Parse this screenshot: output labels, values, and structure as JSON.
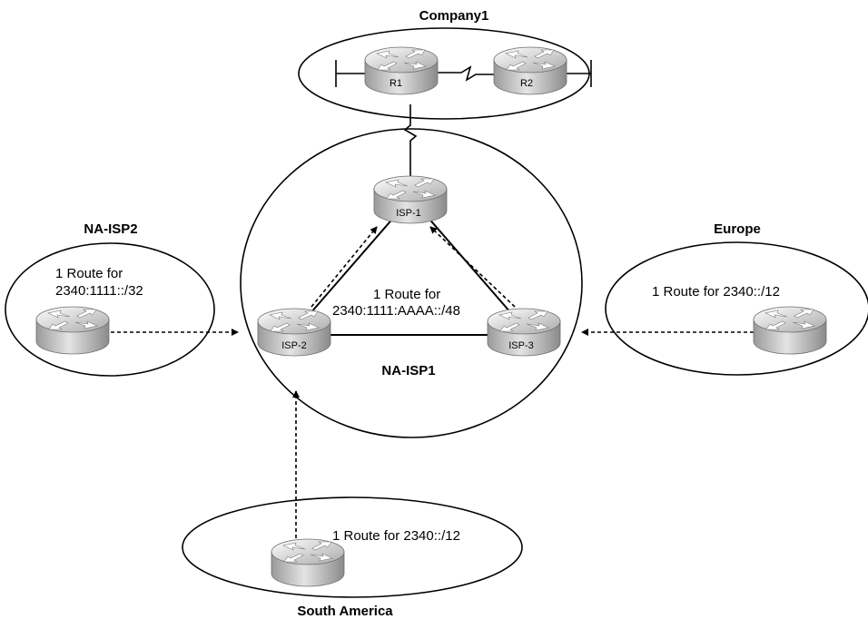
{
  "regions": {
    "company1": "Company1",
    "na_isp1": "NA-ISP1",
    "na_isp2": "NA-ISP2",
    "europe": "Europe",
    "south_america": "South America"
  },
  "routers": {
    "r1": "R1",
    "r2": "R2",
    "isp1": "ISP-1",
    "isp2": "ISP-2",
    "isp3": "ISP-3"
  },
  "routes": {
    "na_isp2_line1": "1 Route for",
    "na_isp2_line2": "2340:1111::/32",
    "na_isp1_line1": "1 Route for",
    "na_isp1_line2": "2340:1111:AAAA::/48",
    "europe": "1 Route for 2340::/12",
    "south_america": "1 Route for 2340::/12"
  }
}
